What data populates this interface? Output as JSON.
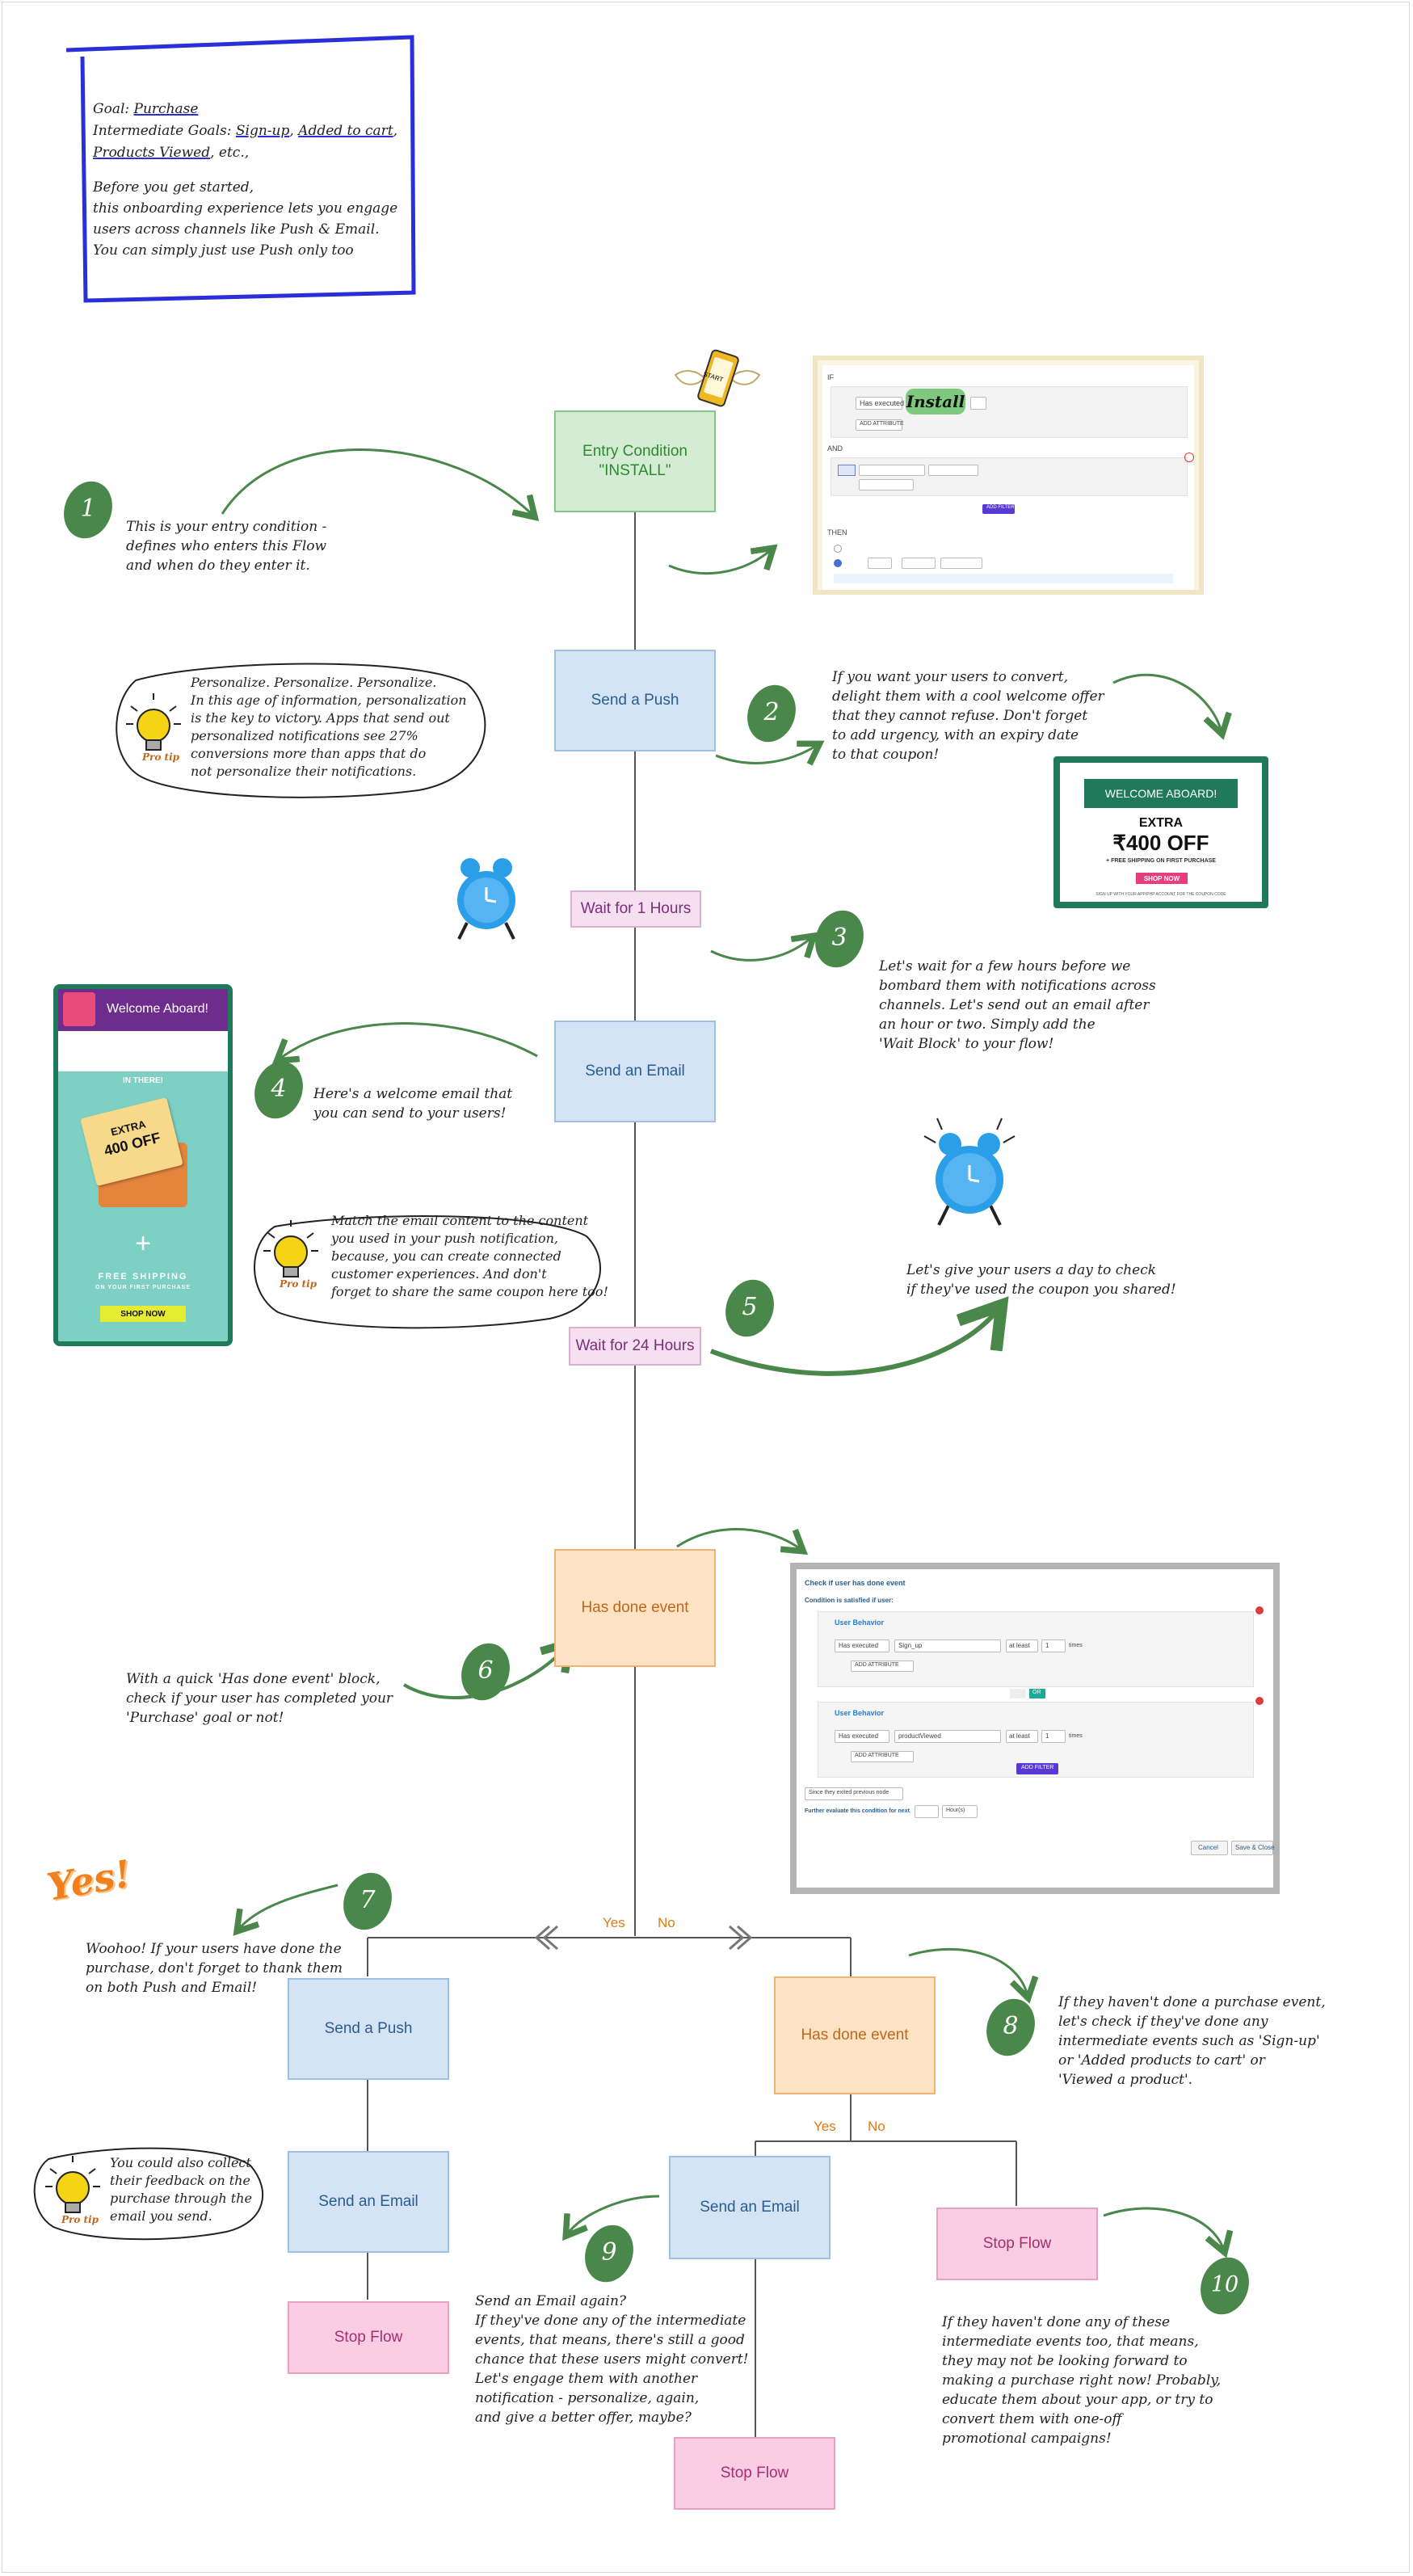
{
  "goal_box": {
    "goal_label": "Goal:",
    "goal_value": "Purchase",
    "intermediate_label": "Intermediate Goals:",
    "signup": "Sign-up",
    "added_to_cart": "Added to cart",
    "products_viewed": "Products Viewed",
    "etc": ", etc.,",
    "intro_lines": "Before you get started,\nthis onboarding experience lets you engage\nusers across channels like Push & Email.\nYou can simply just use Push only too"
  },
  "nodes": {
    "entry": "Entry Condition\n\"INSTALL\"",
    "send_push_1": "Send a Push",
    "wait_1": "Wait for 1 Hours",
    "send_email_1": "Send an Email",
    "wait_24": "Wait for 24 Hours",
    "has_done_1": "Has done event",
    "send_push_2": "Send a Push",
    "send_email_2": "Send an Email",
    "stop_1": "Stop Flow",
    "has_done_2": "Has done event",
    "send_email_3": "Send an Email",
    "stop_2": "Stop Flow",
    "stop_3": "Stop Flow"
  },
  "branch_labels": {
    "yes_1": "Yes",
    "no_1": "No",
    "yes_2": "Yes",
    "no_2": "No"
  },
  "steps": {
    "n1": "1",
    "n2": "2",
    "n3": "3",
    "n4": "4",
    "n5": "5",
    "n6": "6",
    "n7": "7",
    "n8": "8",
    "n9": "9",
    "n10": "10"
  },
  "notes": {
    "step1": "This is your entry condition -\ndefines who enters this Flow\nand when do they enter it.",
    "tip1": "Personalize. Personalize. Personalize.\nIn this age of information, personalization\n is the key to victory. Apps that send out\npersonalized notifications see 27%\nconversions more than apps that do\nnot personalize their notifications.",
    "step2": "If you want your users to convert,\ndelight them with a cool welcome offer\nthat they cannot refuse. Don't forget\nto add urgency, with an expiry date\nto that coupon!",
    "step3": "Let's wait for a few hours before we\nbombard them with notifications across\nchannels. Let's send out an email after\nan hour or two. Simply add the\n'Wait Block' to your flow!",
    "step4": "Here's a welcome email that\nyou can send to your users!",
    "tip2": "Match the email content to the content\nyou used in your push notification,\nbecause, you can create connected\ncustomer experiences. And don't\nforget to share the same coupon here too!",
    "step5": "Let's give your users a day to check\nif they've used the coupon you shared!",
    "step6": "With a quick 'Has done event' block,\ncheck if your user has completed your\n'Purchase' goal or not!",
    "step7": "Woohoo! If your users have done the\npurchase, don't forget to thank them\non both Push and Email!",
    "tip3": "You could also collect\ntheir feedback on the\npurchase through the\nemail you send.",
    "step8": "If they haven't done a purchase event,\nlet's check if they've done any\nintermediate events such as 'Sign-up'\nor 'Added products to cart' or\n'Viewed a product'.",
    "step9": "Send an Email again?\nIf they've done any of the intermediate\nevents, that means, there's still a good\nchance that these users might convert!\nLet's engage them with another\nnotification - personalize, again,\nand give a better offer, maybe?",
    "step10": " If they haven't done any of these\nintermediate events too, that means,\nthey may not be looking forward to\nmaking a purchase right now! Probably,\n educate them about your app, or try to\nconvert them with one-off\npromotional campaigns!"
  },
  "tips": {
    "tip_label": "Pro tip"
  },
  "stickers": {
    "yes_sticker": "Yes!",
    "start": "START"
  },
  "entry_screenshot": {
    "if_label": "IF",
    "condition_value": "Has executed",
    "event": "Install",
    "attr_button": "ADD ATTRIBUTE",
    "and_label": "AND",
    "then_label": "THEN",
    "add_filter": "ADD FILTER"
  },
  "push_preview": {
    "banner": "WELCOME ABOARD!",
    "extra": "EXTRA",
    "offer": "₹400 OFF",
    "shipping": "+ FREE SHIPPING ON FIRST PURCHASE",
    "cta": "SHOP NOW",
    "footer": "SIGN UP WITH YOUR APP/PHP ACCOUNT FOR THE COUPON CODE"
  },
  "email_preview": {
    "header": "Welcome Aboard!",
    "in_there": "IN THERE!",
    "extra": "EXTRA",
    "offer": "400 OFF",
    "plus": "+",
    "shipping_1": "FREE SHIPPING",
    "shipping_2": "ON YOUR FIRST PURCHASE",
    "cta": "SHOP NOW"
  },
  "event_screenshot": {
    "title": "Check if user has done event",
    "condition_label": "Condition is satisfied if user:",
    "behavior_1": "User Behavior",
    "executed_1": "Has executed",
    "event_1": "Sign_up",
    "atleast_1": "at least",
    "count_1": "1",
    "times_1": "times",
    "attr_1": "ADD ATTRIBUTE",
    "or_label": "OR",
    "behavior_2": "User Behavior",
    "executed_2": "Has executed",
    "event_2": "productViewed",
    "atleast_2": "at least",
    "count_2": "1",
    "times_2": "times",
    "attr_2": "ADD ATTRIBUTE",
    "add_filter": "ADD FILTER",
    "since": "Since they exited previous node",
    "further": "Further evaluate this condition for next",
    "hours": "Hour(s)",
    "cancel": "Cancel",
    "save": "Save & Close"
  },
  "colors": {
    "arrow": "#4a874a",
    "connector": "#555555",
    "goal_border": "#2a2fd8",
    "number_badge": "#4a874a",
    "push_preview_border": "#1f7a5c",
    "email_preview_border": "#1f7a5c"
  }
}
